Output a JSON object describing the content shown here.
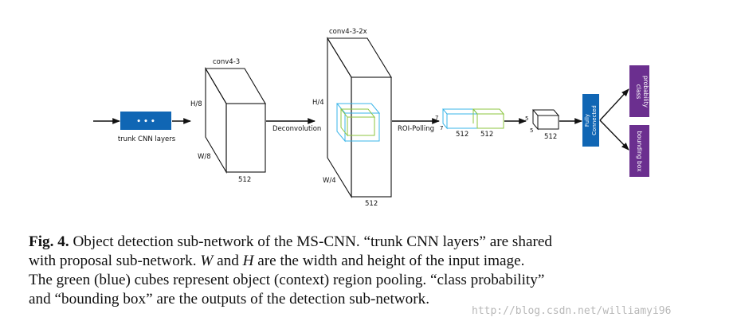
{
  "diagram": {
    "trunk_label": "trunk CNN layers",
    "trunk_dots": "• • •",
    "conv43": {
      "title": "conv4-3",
      "h": "H/8",
      "w": "W/8",
      "d": "512"
    },
    "deconv_label": "Deconvolution",
    "conv432x": {
      "title": "conv4-3-2x",
      "h": "H/4",
      "w": "W/4",
      "d": "512"
    },
    "roi_label": "ROI-Polling",
    "pooled": {
      "h": "7",
      "w": "7",
      "d1": "512",
      "d2": "512"
    },
    "small": {
      "h": "5",
      "w": "5",
      "d": "512"
    },
    "fc_label_1": "Fully",
    "fc_label_2": "Connected",
    "out_class_1": "class",
    "out_class_2": "probability",
    "out_bbox": "bounding box",
    "colors": {
      "blue_box": "#1066b4",
      "purple_box": "#6b2f8f",
      "context_blue": "#3ab4e8",
      "object_green": "#8cc63f",
      "line": "#111111"
    }
  },
  "caption": {
    "label": "Fig. 4.",
    "line1_rest": " Object detection sub-network of the MS-CNN. “trunk CNN layers” are shared",
    "line2_a": "with proposal sub-network. ",
    "line2_w": "W",
    "line2_b": " and ",
    "line2_h": "H",
    "line2_c": " are the width and height of the input image.",
    "line3": "The green (blue) cubes represent object (context) region pooling. “class probability”",
    "line4": "and “bounding box” are the outputs of the detection sub-network."
  },
  "watermark": "http://blog.csdn.net/williamyi96"
}
